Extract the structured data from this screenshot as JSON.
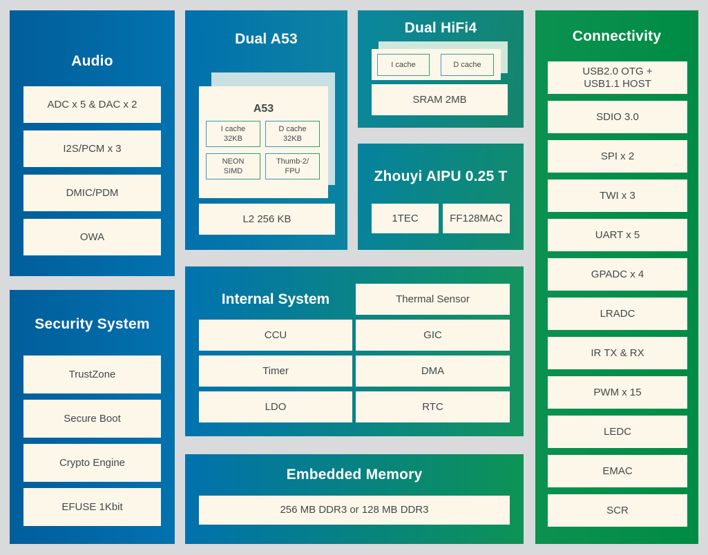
{
  "blocks": {
    "audio": {
      "title": "Audio",
      "items": [
        "ADC x 5 & DAC x 2",
        "I2S/PCM x 3",
        "DMIC/PDM",
        "OWA"
      ]
    },
    "security": {
      "title": "Security System",
      "items": [
        "TrustZone",
        "Secure Boot",
        "Crypto Engine",
        "EFUSE 1Kbit"
      ]
    },
    "dual_a53": {
      "title": "Dual A53",
      "core_label": "A53",
      "core_units": [
        "I cache\n32KB",
        "D cache\n32KB",
        "NEON\nSIMD",
        "Thumb-2/\nFPU"
      ],
      "l2_label": "L2 256 KB"
    },
    "dual_hifi4": {
      "title": "Dual HiFi4",
      "core_units": [
        "I cache",
        "D cache"
      ],
      "sram_label": "SRAM 2MB"
    },
    "aipu": {
      "title": "Zhouyi AIPU 0.25 T",
      "items": [
        "1TEC",
        "FF128MAC"
      ]
    },
    "internal": {
      "title": "Internal System",
      "left_items": [
        "CCU",
        "Timer",
        "LDO"
      ],
      "right_items": [
        "Thermal Sensor",
        "GIC",
        "DMA",
        "RTC"
      ]
    },
    "memory": {
      "title": "Embedded Memory",
      "items": [
        "256 MB DDR3 or 128 MB DDR3"
      ]
    },
    "connectivity": {
      "title": "Connectivity",
      "items": [
        "USB2.0 OTG +\nUSB1.1 HOST",
        "SDIO 3.0",
        "SPI x 2",
        "TWI x 3",
        "UART x 5",
        "GPADC  x 4",
        "LRADC",
        "IR TX & RX",
        "PWM x 15",
        "LEDC",
        "EMAC",
        "SCR"
      ]
    }
  },
  "colors": {
    "page_background": "#d9dadb",
    "panel_blue_left": "#015e9b",
    "panel_blue_right": "#0272ae",
    "panel_teal_left": "#0a87a0",
    "panel_teal_right": "#14856a",
    "panel_green_left": "#0b9150",
    "panel_green_right": "#008c44",
    "card_cream": "#fdf7e9",
    "card_back_blue": "#c8e0e2",
    "card_back_mint": "#cfe8dc",
    "item_text": "#41484b",
    "title_text": "#ffffff",
    "cache_border_blue": "#4a90c2",
    "cache_border_green": "#2f9e66"
  }
}
